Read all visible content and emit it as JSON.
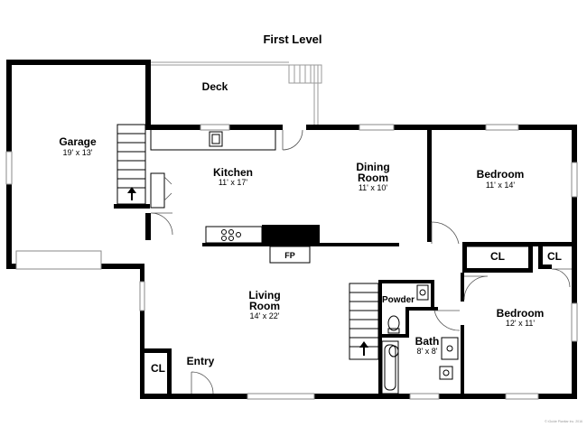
{
  "title": "First Level",
  "rooms": {
    "garage": {
      "name": "Garage",
      "dims": "19' x 13'"
    },
    "deck": {
      "name": "Deck"
    },
    "kitchen": {
      "name": "Kitchen",
      "dims": "11' x 17'"
    },
    "dining": {
      "name1": "Dining",
      "name2": "Room",
      "dims": "11' x 10'"
    },
    "bedroom1": {
      "name": "Bedroom",
      "dims": "11' x 14'"
    },
    "fp": {
      "name": "FP"
    },
    "cl_bed1": {
      "name": "CL"
    },
    "cl_bed2": {
      "name": "CL"
    },
    "living": {
      "name1": "Living",
      "name2": "Room",
      "dims": "14' x 22'"
    },
    "powder": {
      "name": "Powder"
    },
    "bath": {
      "name": "Bath",
      "dims": "8' x 8'"
    },
    "bedroom2": {
      "name": "Bedroom",
      "dims": "12' x 11'"
    },
    "cl_entry": {
      "name": "CL"
    },
    "entry": {
      "name": "Entry"
    }
  },
  "copyright": "© iGuide Planitar Inc. 2016"
}
